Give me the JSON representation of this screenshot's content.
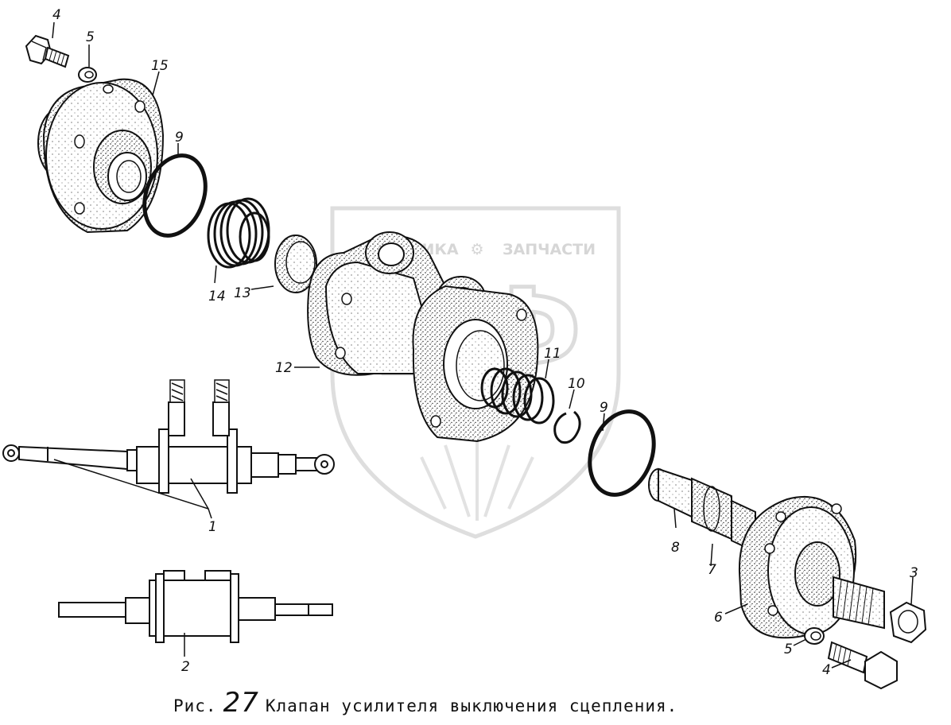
{
  "watermark": {
    "left_word": "ТЕХНИКА",
    "right_word": "ЗАПЧАСТИ",
    "monogram": "БФ"
  },
  "callouts": [
    "4",
    "5",
    "15",
    "9",
    "14",
    "13",
    "12",
    "11",
    "10",
    "9",
    "1",
    "2",
    "8",
    "7",
    "6",
    "5",
    "4",
    "3"
  ],
  "caption": {
    "prefix": "Рис.",
    "number": "27",
    "title": "Клапан усилителя выключения сцепления."
  },
  "colors": {
    "ink": "#111111",
    "watermark": "#d8d8d8"
  }
}
